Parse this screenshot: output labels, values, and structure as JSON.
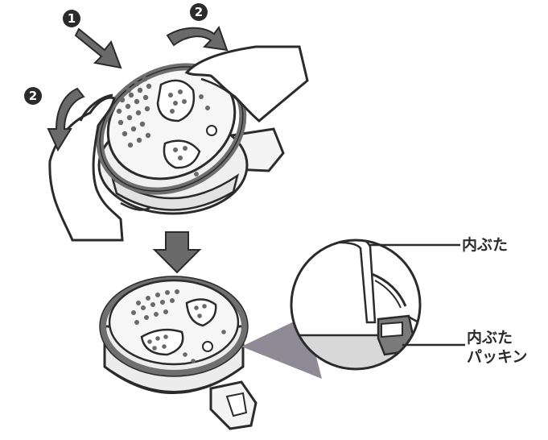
{
  "steps": {
    "step1": "1",
    "step2a": "2",
    "step2b": "2"
  },
  "labels": {
    "inner_lid": "内ぶた",
    "inner_lid_packing_line1": "内ぶた",
    "inner_lid_packing_line2": "パッキン"
  },
  "colors": {
    "arrow_fill": "#6a6a6a",
    "outline": "#2b2b2b",
    "lid_face": "#f2f2f2",
    "gasket": "#7a7a7a",
    "zoom_wedge": "#8e8a96",
    "shade": "#d8d8d8"
  }
}
